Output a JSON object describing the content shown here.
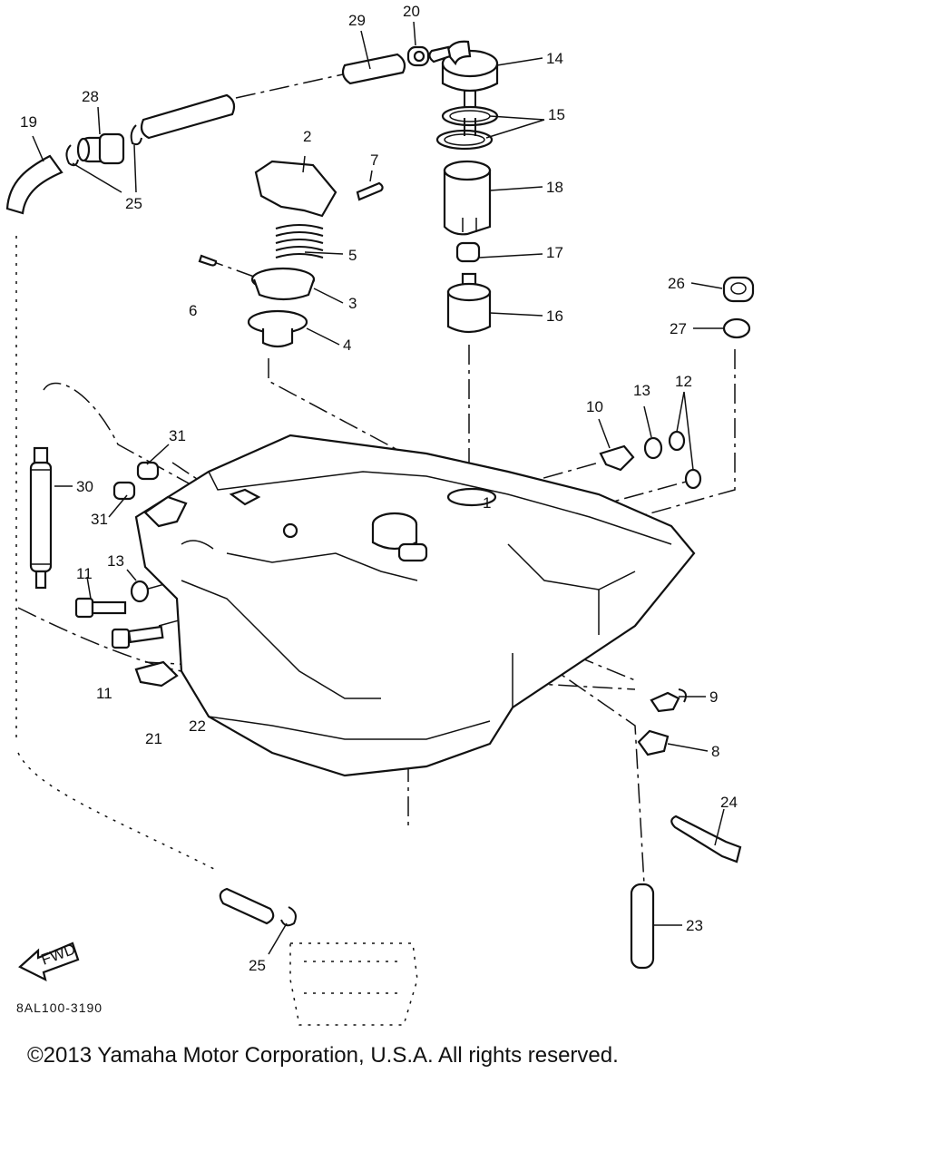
{
  "parts": {
    "p1": "1",
    "p2": "2",
    "p3": "3",
    "p4": "4",
    "p5": "5",
    "p6": "6",
    "p7": "7",
    "p8": "8",
    "p9": "9",
    "p10": "10",
    "p11a": "11",
    "p11b": "11",
    "p12": "12",
    "p13a": "13",
    "p13b": "13",
    "p14": "14",
    "p15": "15",
    "p16": "16",
    "p17": "17",
    "p18": "18",
    "p19": "19",
    "p20": "20",
    "p21": "21",
    "p22": "22",
    "p23": "23",
    "p24": "24",
    "p25a": "25",
    "p25b": "25",
    "p26": "26",
    "p27": "27",
    "p28": "28",
    "p29": "29",
    "p30": "30",
    "p31a": "31",
    "p31b": "31"
  },
  "fwd_mark": "FWD",
  "reference_code": "8AL100-3190",
  "copyright": "©2013 Yamaha Motor Corporation, U.S.A. All rights reserved."
}
